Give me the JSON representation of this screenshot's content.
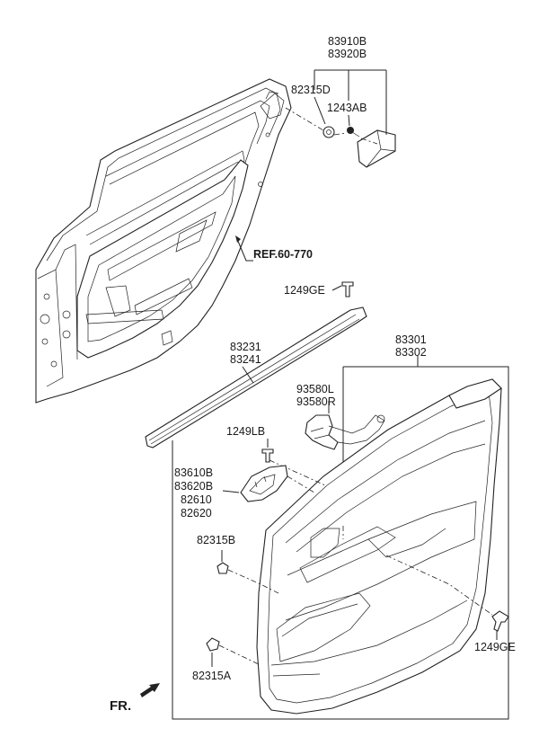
{
  "labels": {
    "deco_83910b": "83910B",
    "deco_83920b": "83920B",
    "clip_82315d": "82315D",
    "bolt_1243ab": "1243AB",
    "ref": "REF.60-770",
    "screw_1249ge_top": "1249GE",
    "trim_83301": "83301",
    "trim_83302": "83302",
    "strip_83231": "83231",
    "strip_83241": "83241",
    "harness_93580l": "93580L",
    "harness_93580r": "93580R",
    "screw_1249lb": "1249LB",
    "handle_83610b": "83610B",
    "handle_83620b": "83620B",
    "handle_82610": "82610",
    "handle_82620": "82620",
    "clip_82315b": "82315B",
    "screw_1249ge_bottom": "1249GE",
    "clip_82315a": "82315A",
    "front": "FR."
  }
}
